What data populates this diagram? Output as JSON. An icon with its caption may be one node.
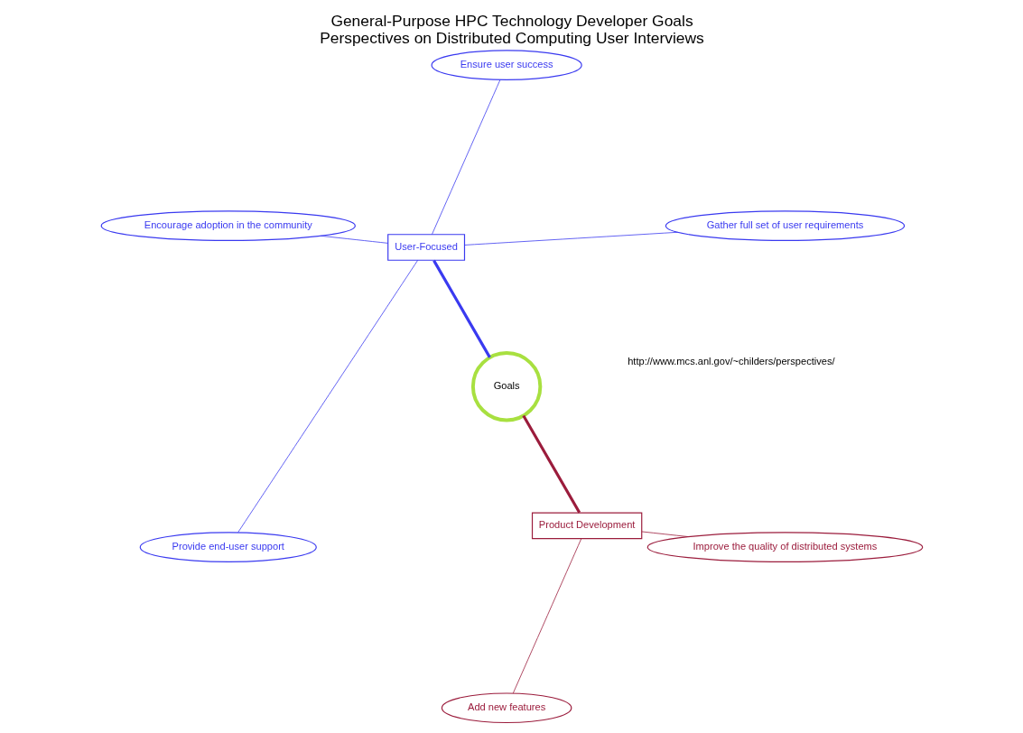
{
  "diagram": {
    "title": "General-Purpose HPC Technology Developer Goals",
    "caption": "Perspectives on Distributed Computing User Interviews",
    "nodes": [
      {
        "text": [
          "Goals"
        ]
      },
      {
        "text": [
          "User-Focused"
        ]
      },
      {
        "text": [
          "Product Development"
        ]
      },
      {
        "text": [
          "Gather full set of user requirements"
        ]
      },
      {
        "text": [
          "Ensure user success"
        ]
      },
      {
        "text": [
          "Encourage adoption in the community"
        ]
      },
      {
        "text": [
          "Provide end-user support"
        ]
      },
      {
        "text": [
          "Add new features"
        ]
      },
      {
        "text": [
          "Improve the quality of distributed systems"
        ]
      }
    ],
    "edges": [
      {
        "from": 0,
        "to": 1,
        "arrow": "none",
        "style": "thick"
      },
      {
        "from": 0,
        "to": 2,
        "arrow": "none",
        "style": "thick",
        "color": "#9b1c3c"
      },
      {
        "from": 1,
        "to": 3,
        "arrow": "none"
      },
      {
        "from": 1,
        "to": 4,
        "arrow": "none"
      },
      {
        "from": 1,
        "to": 5,
        "arrow": "none"
      },
      {
        "from": 1,
        "to": 6,
        "arrow": "none"
      },
      {
        "from": 2,
        "to": 7,
        "arrow": "none",
        "color": "#9b1c3c"
      },
      {
        "from": 2,
        "to": 8,
        "arrow": "none",
        "color": "#9b1c3c"
      }
    ],
    "labels": [
      "http://www.mcs.anl.gov/~childers/perspectives/"
    ]
  }
}
